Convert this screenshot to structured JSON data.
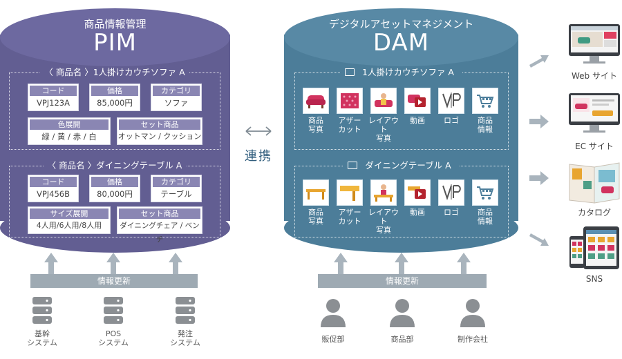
{
  "pim": {
    "subtitle": "商品情報管理",
    "title": "PIM",
    "products": [
      {
        "group_title": "〈 商品名 〉1人掛けカウチソファ A",
        "attrs": [
          {
            "h": "コード",
            "v": "VPJ123A"
          },
          {
            "h": "価格",
            "v": "85,000円"
          },
          {
            "h": "カテゴリ",
            "v": "ソファ"
          },
          {
            "h": "色展開",
            "v": "緑 / 黄 / 赤 / 白"
          },
          {
            "h": "セット商品",
            "v": "オットマン / クッション"
          }
        ]
      },
      {
        "group_title": "〈 商品名 〉ダイニングテーブル A",
        "attrs": [
          {
            "h": "コード",
            "v": "VPJ456B"
          },
          {
            "h": "価格",
            "v": "80,000円"
          },
          {
            "h": "カテゴリ",
            "v": "テーブル"
          },
          {
            "h": "サイズ展開",
            "v": "4人用/6人用/8人用"
          },
          {
            "h": "セット商品",
            "v": "ダイニングチェア / ベンチ"
          }
        ]
      }
    ],
    "update_label": "情報更新",
    "sources": [
      "基幹\nシステム",
      "POS\nシステム",
      "発注\nシステム"
    ]
  },
  "link_label": "連携",
  "dam": {
    "subtitle": "デジタルアセットマネジメント",
    "title": "DAM",
    "folders": [
      {
        "folder_title": "1人掛けカウチソファ A",
        "assets": [
          "商品\n写真",
          "アザー\nカット",
          "レイアウト\n写真",
          "動画",
          "ロゴ",
          "商品\n情報"
        ],
        "icons": [
          "sofa-photo-icon",
          "sofa-othercut-icon",
          "sofa-layout-icon",
          "video-icon",
          "vip-logo-icon",
          "cart-info-icon"
        ]
      },
      {
        "folder_title": "ダイニングテーブル A",
        "assets": [
          "商品\n写真",
          "アザー\nカット",
          "レイアウト\n写真",
          "動画",
          "ロゴ",
          "商品\n情報"
        ],
        "icons": [
          "table-photo-icon",
          "table-othercut-icon",
          "table-layout-icon",
          "video-icon",
          "vip-logo-icon",
          "cart-info-icon"
        ]
      }
    ],
    "update_label": "情報更新",
    "sources": [
      "販促部",
      "商品部",
      "制作会社"
    ]
  },
  "channels": [
    "Web サイト",
    "EC サイト",
    "カタログ",
    "SNS"
  ],
  "channel_icons": [
    "web-site-icon",
    "ec-site-icon",
    "catalog-icon",
    "sns-icon"
  ],
  "colors": {
    "pim": "#625e92",
    "dam": "#4c7d99",
    "attr_header": "#8a86b3",
    "arrow": "#a9b4bd",
    "product": "#d1335f"
  }
}
